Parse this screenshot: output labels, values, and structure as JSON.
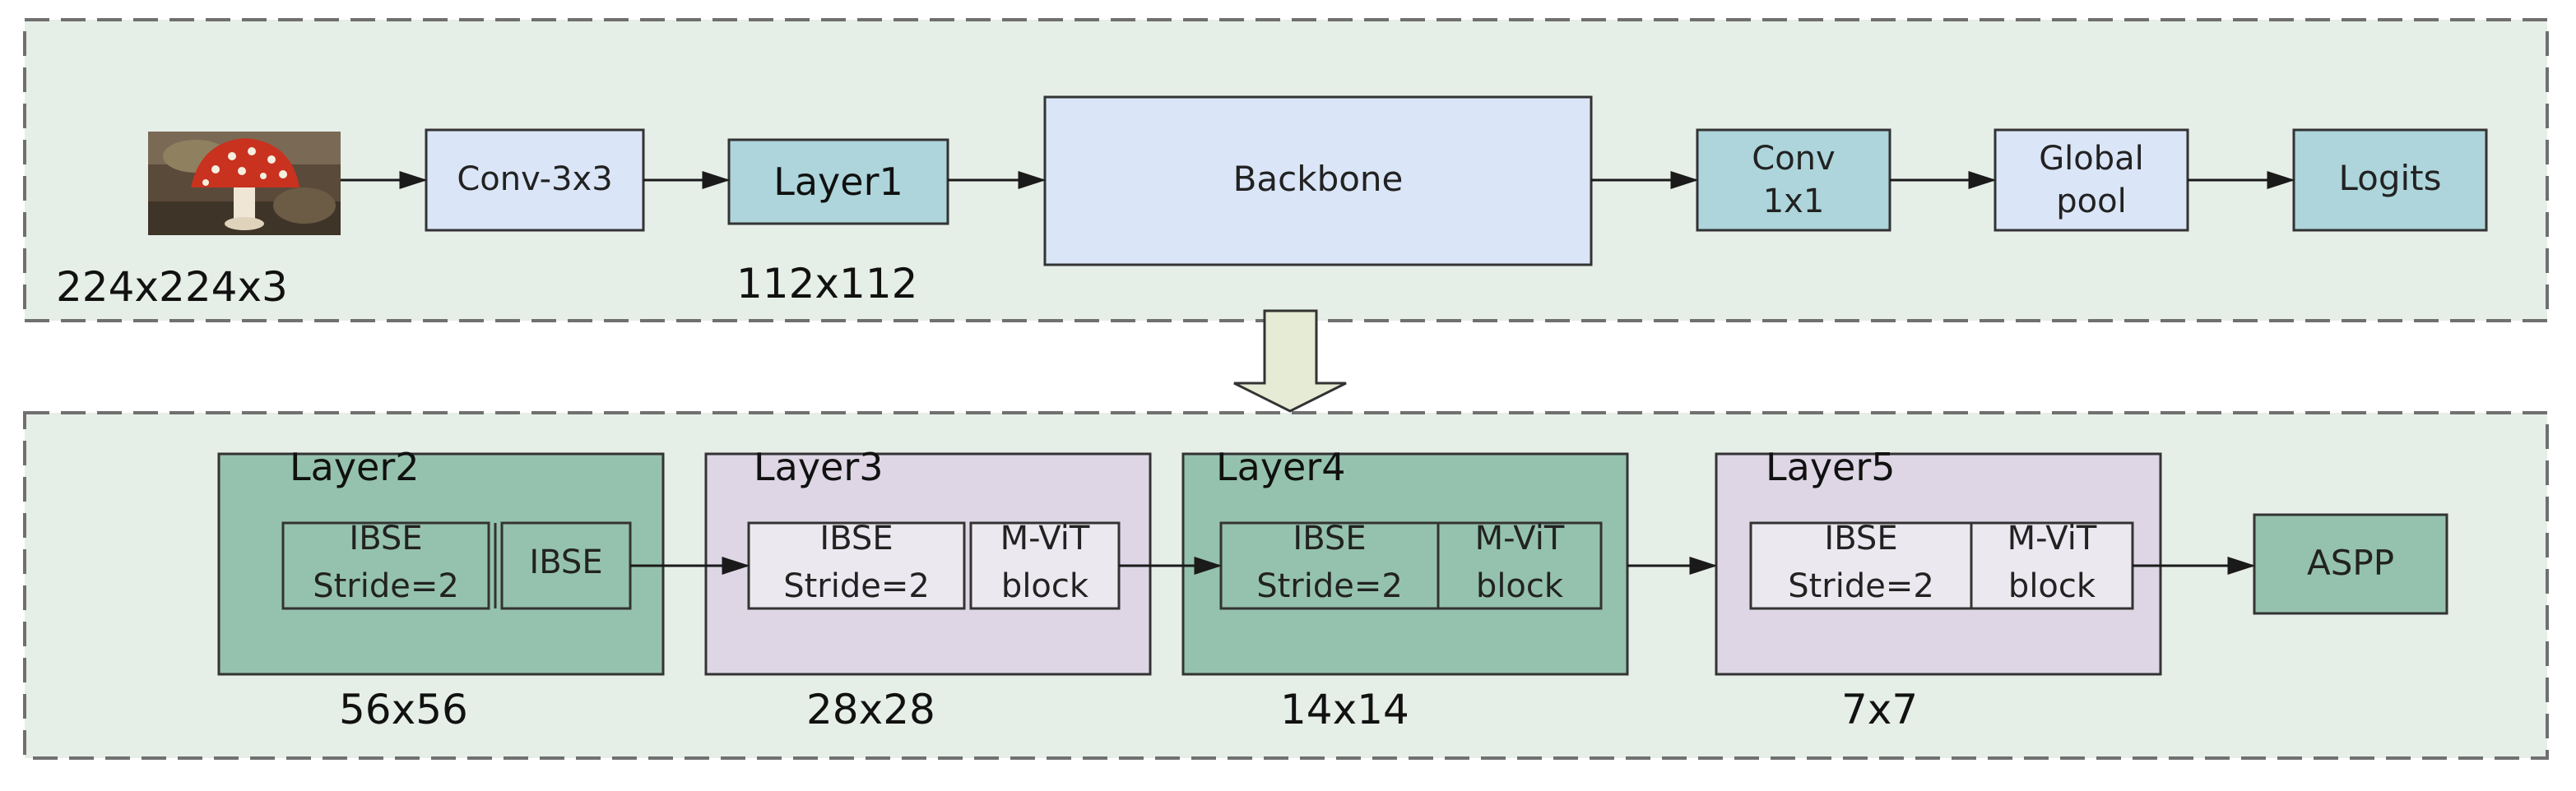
{
  "colors": {
    "panel_fill": "#e6eee8",
    "panel_border": "#707070",
    "light_blue_box": "#dae5f7",
    "teal_box": "#add5db",
    "green_layer": "#95c2ae",
    "lavender_layer": "#ded6e5",
    "inner_box": "#ece8ef",
    "down_arrow_fill": "#e6ebd5",
    "line": "#1a1a1a"
  },
  "top_panel": {
    "input_image_icon": "mushroom-photo",
    "input_size": "224x224x3",
    "conv3x3": "Conv-3x3",
    "layer1": "Layer1",
    "layer1_size": "112x112",
    "backbone": "Backbone",
    "conv1x1_line1": "Conv",
    "conv1x1_line2": "1x1",
    "global_pool_line1": "Global",
    "global_pool_line2": "pool",
    "logits": "Logits"
  },
  "bottom_panel": {
    "layer2": {
      "title": "Layer2",
      "block_a_line1": "IBSE",
      "block_a_line2": "Stride=2",
      "block_b": "IBSE",
      "size": "56x56"
    },
    "layer3": {
      "title": "Layer3",
      "block_a_line1": "IBSE",
      "block_a_line2": "Stride=2",
      "block_b_line1": "M-ViT",
      "block_b_line2": "block",
      "size": "28x28"
    },
    "layer4": {
      "title": "Layer4",
      "block_a_line1": "IBSE",
      "block_a_line2": "Stride=2",
      "block_b_line1": "M-ViT",
      "block_b_line2": "block",
      "size": "14x14"
    },
    "layer5": {
      "title": "Layer5",
      "block_a_line1": "IBSE",
      "block_a_line2": "Stride=2",
      "block_b_line1": "M-ViT",
      "block_b_line2": "block",
      "size": "7x7"
    },
    "aspp": "ASPP"
  }
}
